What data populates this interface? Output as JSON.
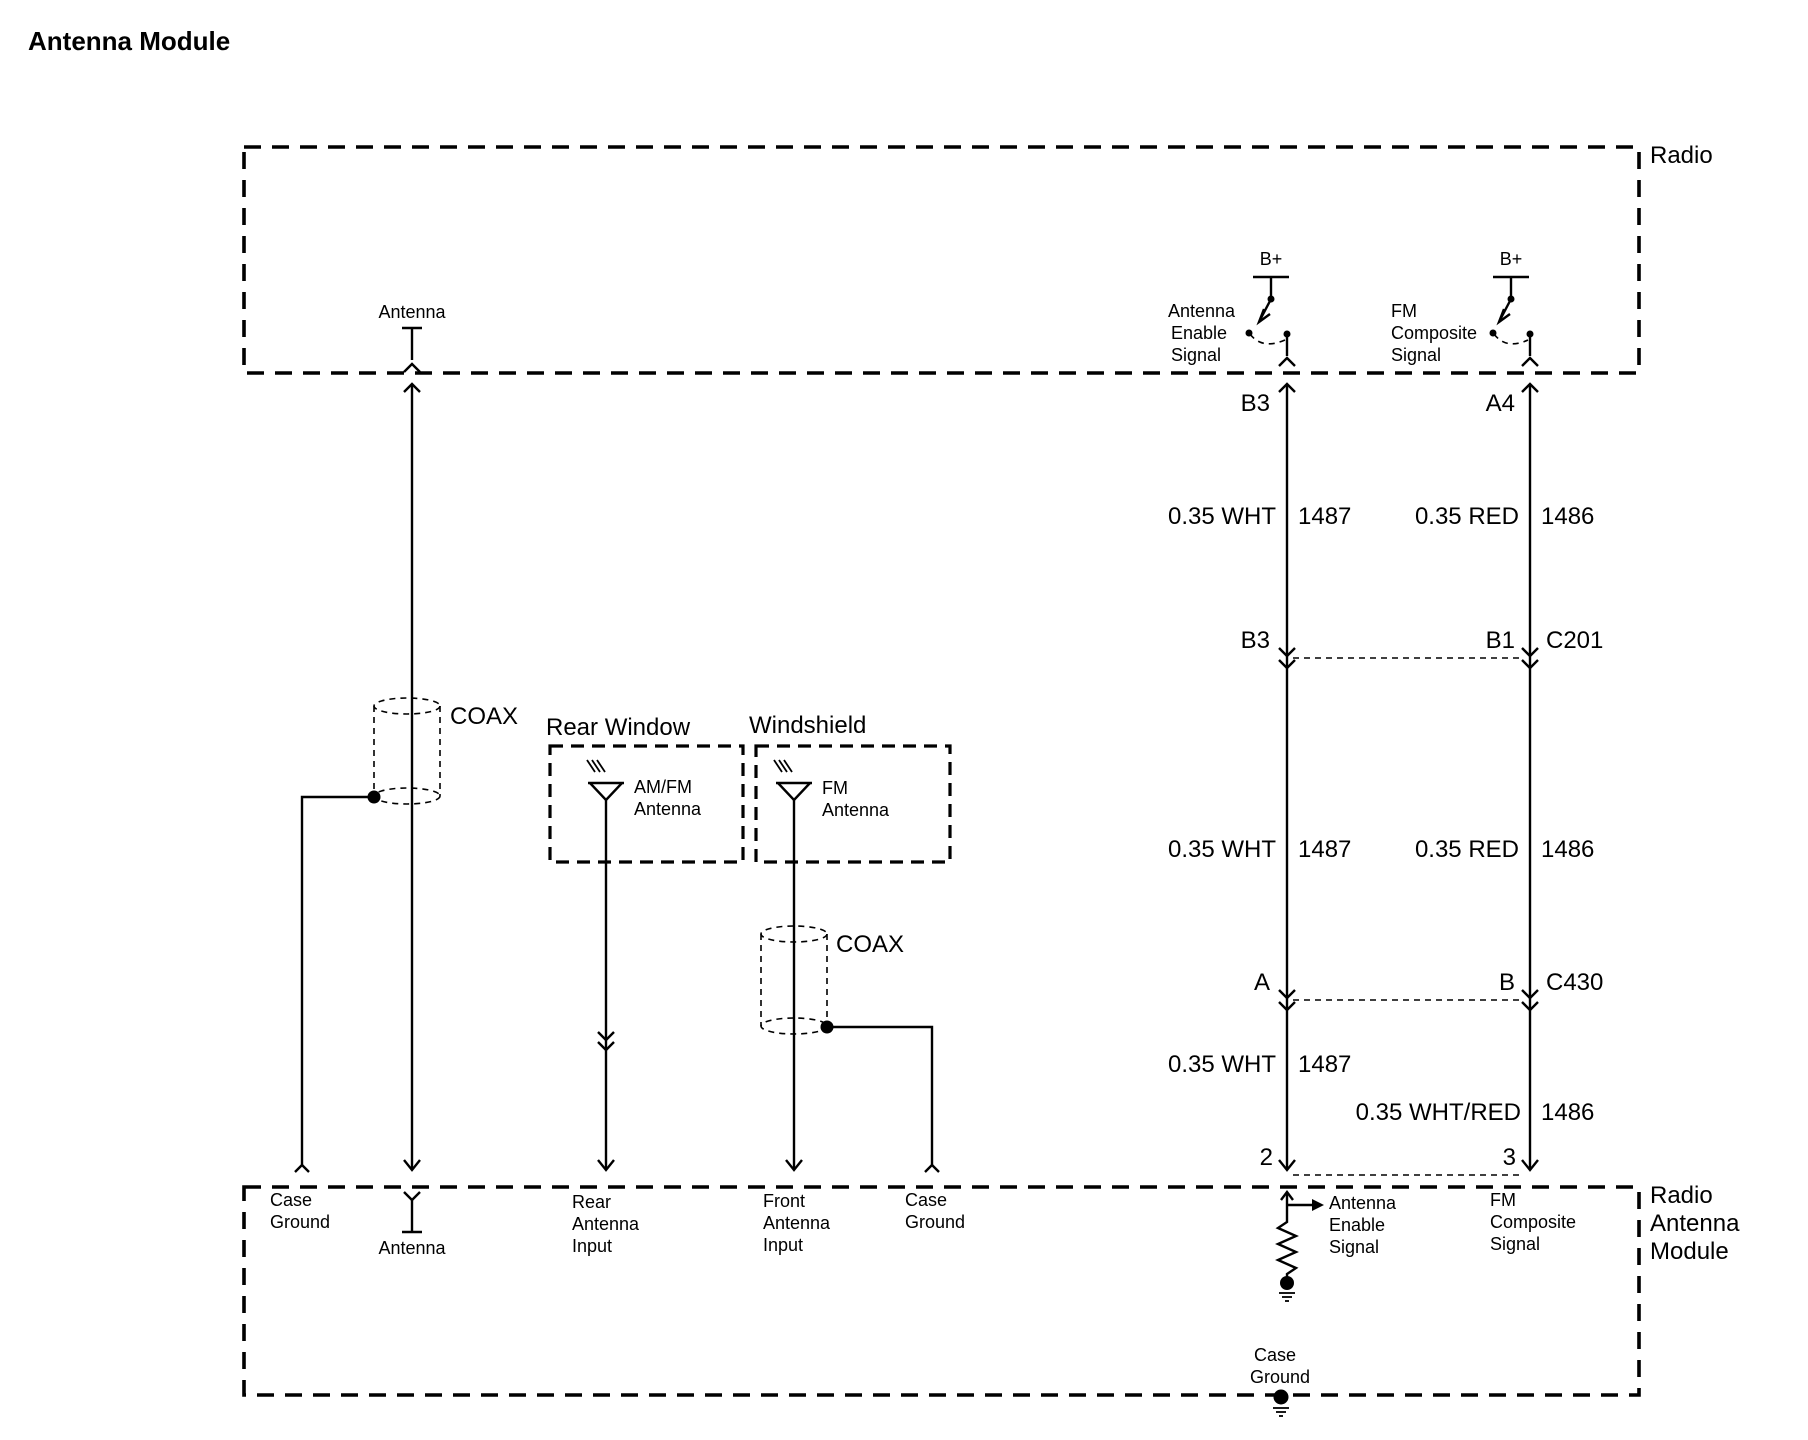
{
  "title": "Antenna Module",
  "components": {
    "radio": "Radio",
    "radio_antenna_module": [
      "Radio",
      "Antenna",
      "Module"
    ],
    "rear_window": "Rear Window",
    "windshield": "Windshield"
  },
  "radio_pins": {
    "antenna": "Antenna",
    "antenna_enable_signal": [
      "Antenna",
      "Enable",
      "Signal"
    ],
    "fm_composite_signal": [
      "FM",
      "Composite",
      "Signal"
    ],
    "b_plus": "B+"
  },
  "antennas": {
    "am_fm": [
      "AM/FM",
      "Antenna"
    ],
    "fm": [
      "FM",
      "Antenna"
    ]
  },
  "coax_labels": [
    "COAX",
    "COAX"
  ],
  "connector_pins": {
    "radio_b3": "B3",
    "radio_a4": "A4",
    "c201_b3": "B3",
    "c201_b1": "B1",
    "c201": "C201",
    "c430_a": "A",
    "c430_b": "B",
    "c430": "C430",
    "module_pin_2": "2",
    "module_pin_3": "3"
  },
  "wires": {
    "w1487_gauge": "0.35 WHT",
    "w1487_circuit": "1487",
    "w1486_gauge": "0.35 RED",
    "w1486_circuit": "1486",
    "w1486_lower_gauge": "0.35 WHT/RED"
  },
  "module_pins": {
    "case_ground_left": [
      "Case",
      "Ground"
    ],
    "antenna": "Antenna",
    "rear_antenna_input": [
      "Rear",
      "Antenna",
      "Input"
    ],
    "front_antenna_input": [
      "Front",
      "Antenna",
      "Input"
    ],
    "case_ground_mid": [
      "Case",
      "Ground"
    ],
    "antenna_enable_signal": [
      "Antenna",
      "Enable",
      "Signal"
    ],
    "fm_composite_signal": [
      "FM",
      "Composite",
      "Signal"
    ],
    "case_ground_bottom": [
      "Case",
      "Ground"
    ]
  },
  "icons": [
    "ground-icon",
    "switch-icon",
    "resistor-icon",
    "antenna-icon"
  ]
}
